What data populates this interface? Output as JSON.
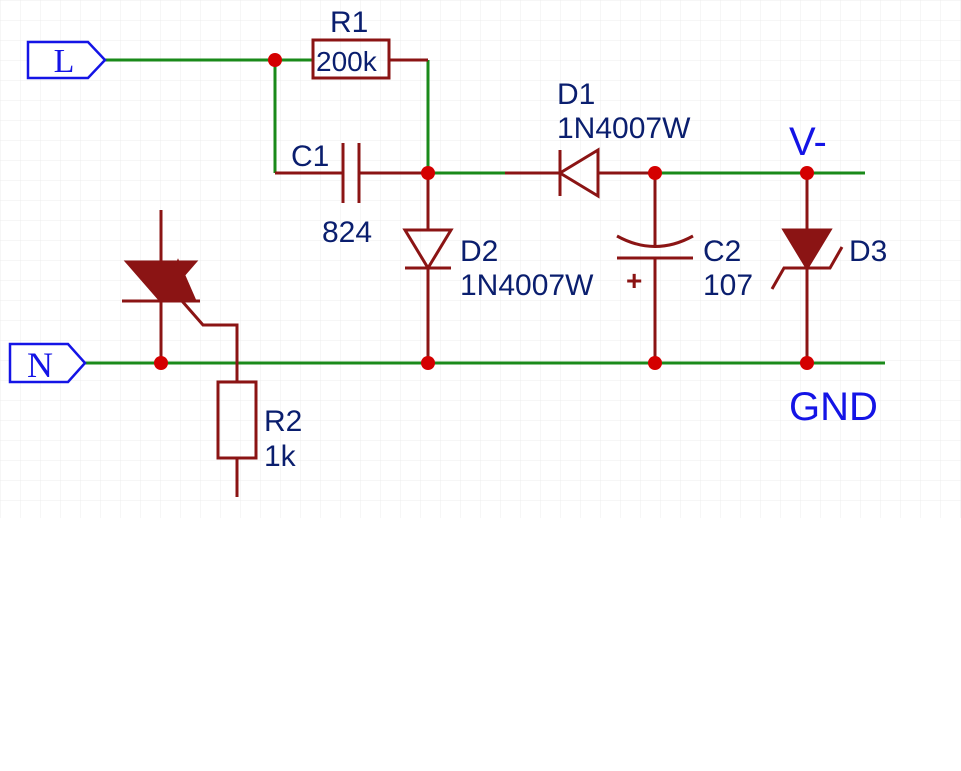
{
  "schematic": {
    "colors": {
      "wire": "#1a8a1a",
      "component": "#8b1414",
      "junction": "#d40000",
      "component_text": "#0a1e6e",
      "net_text": "#1414e6",
      "grid": "#ececec"
    },
    "ports": {
      "live": {
        "label": "L"
      },
      "neutral": {
        "label": "N"
      }
    },
    "components": {
      "r1": {
        "ref": "R1",
        "value": "200k"
      },
      "c1": {
        "ref": "C1",
        "value": "824"
      },
      "d1": {
        "ref": "D1",
        "value": "1N4007W"
      },
      "d2": {
        "ref": "D2",
        "value": "1N4007W"
      },
      "c2": {
        "ref": "C2",
        "value": "107",
        "polarity": "+"
      },
      "d3": {
        "ref": "D3"
      },
      "r2": {
        "ref": "R2",
        "value": "1k"
      },
      "triac": {
        "icon": "triac-icon"
      }
    },
    "nets": {
      "v_minus": "V-",
      "gnd": "GND"
    }
  }
}
